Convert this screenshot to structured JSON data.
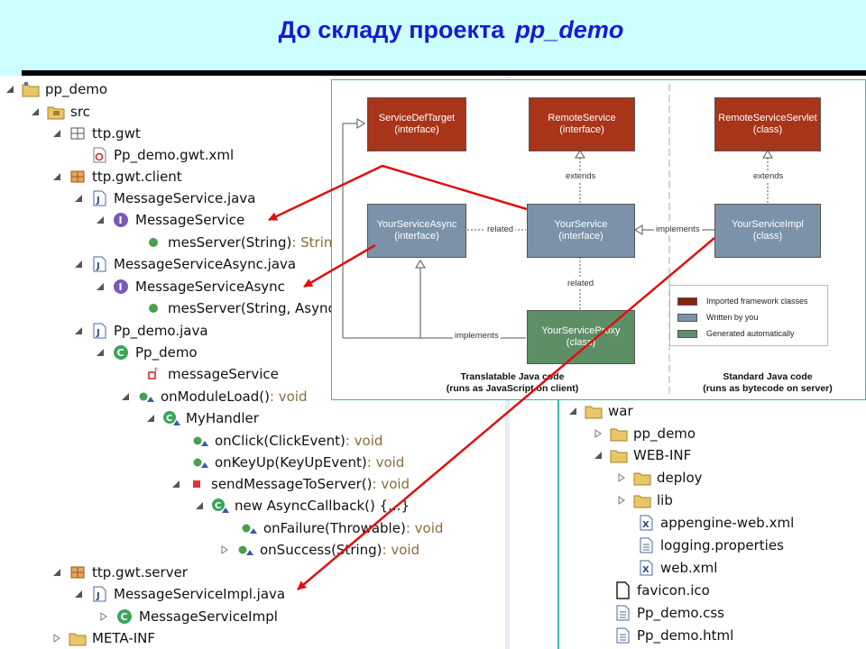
{
  "header": {
    "title": "До складу проекта",
    "project": "pp_demo"
  },
  "tree": {
    "root": "pp_demo",
    "src": "src",
    "pkg_gwt": "ttp.gwt",
    "gwt_xml": "Pp_demo.gwt.xml",
    "pkg_client": "ttp.gwt.client",
    "ms_java": "MessageService.java",
    "ms_iface": "MessageService",
    "ms_method": "mesServer(String)",
    "ms_method_ret": " : String",
    "msa_java": "MessageServiceAsync.java",
    "msa_iface": "MessageServiceAsync",
    "msa_method": "mesServer(String, AsyncCallback<String>)",
    "ppd_java": "Pp_demo.java",
    "ppd_class": "Pp_demo",
    "field_ms": "messageService",
    "on_module_load": "onModuleLoad()",
    "void": " : void",
    "my_handler": "MyHandler",
    "on_click": "onClick(ClickEvent)",
    "on_keyup": "onKeyUp(KeyUpEvent)",
    "send_msg": "sendMessageToServer()",
    "async_cb": "new AsyncCallback() {...}",
    "on_failure": "onFailure(Throwable)",
    "on_success": "onSuccess(String)",
    "pkg_server": "ttp.gwt.server",
    "msi_java": "MessageServiceImpl.java",
    "msi_class": "MessageServiceImpl",
    "meta_inf": "META-INF"
  },
  "war": {
    "war": "war",
    "pp_demo": "pp_demo",
    "web_inf": "WEB-INF",
    "deploy": "deploy",
    "lib": "lib",
    "appengine": "appengine-web.xml",
    "logging": "logging.properties",
    "web_xml": "web.xml",
    "favicon": "favicon.ico",
    "css": "Pp_demo.css",
    "html": "Pp_demo.html"
  },
  "diagram": {
    "sdt_name": "ServiceDefTarget",
    "sdt_kind": "(interface)",
    "rs_name": "RemoteService",
    "rs_kind": "(interface)",
    "rss_name": "RemoteServiceServlet",
    "rss_kind": "(class)",
    "ysa_name": "YourServiceAsync",
    "ysa_kind": "(interface)",
    "ys_name": "YourService",
    "ys_kind": "(interface)",
    "ysi_name": "YourServiceImpl",
    "ysi_kind": "(class)",
    "ysp_name": "YourServiceProxy",
    "ysp_kind": "(class)",
    "lbl_extends1": "extends",
    "lbl_extends2": "extends",
    "lbl_related1": "related",
    "lbl_related2": "related",
    "lbl_implements1": "implements",
    "lbl_implements2": "implements",
    "legend_imported": "Imported framework classes",
    "legend_written": "Written by you",
    "legend_generated": "Generated automatically",
    "caption_left_1": "Translatable Java code",
    "caption_left_2": "(runs as JavaScript on client)",
    "caption_right_1": "Standard Java code",
    "caption_right_2": "(runs as bytecode on server)"
  },
  "colors": {
    "framework": "#a8341a",
    "user": "#7c92a8",
    "generated": "#5e8e66",
    "title": "#1a1ad0",
    "arrow": "#e01010",
    "header_bg": "#ccffff"
  }
}
